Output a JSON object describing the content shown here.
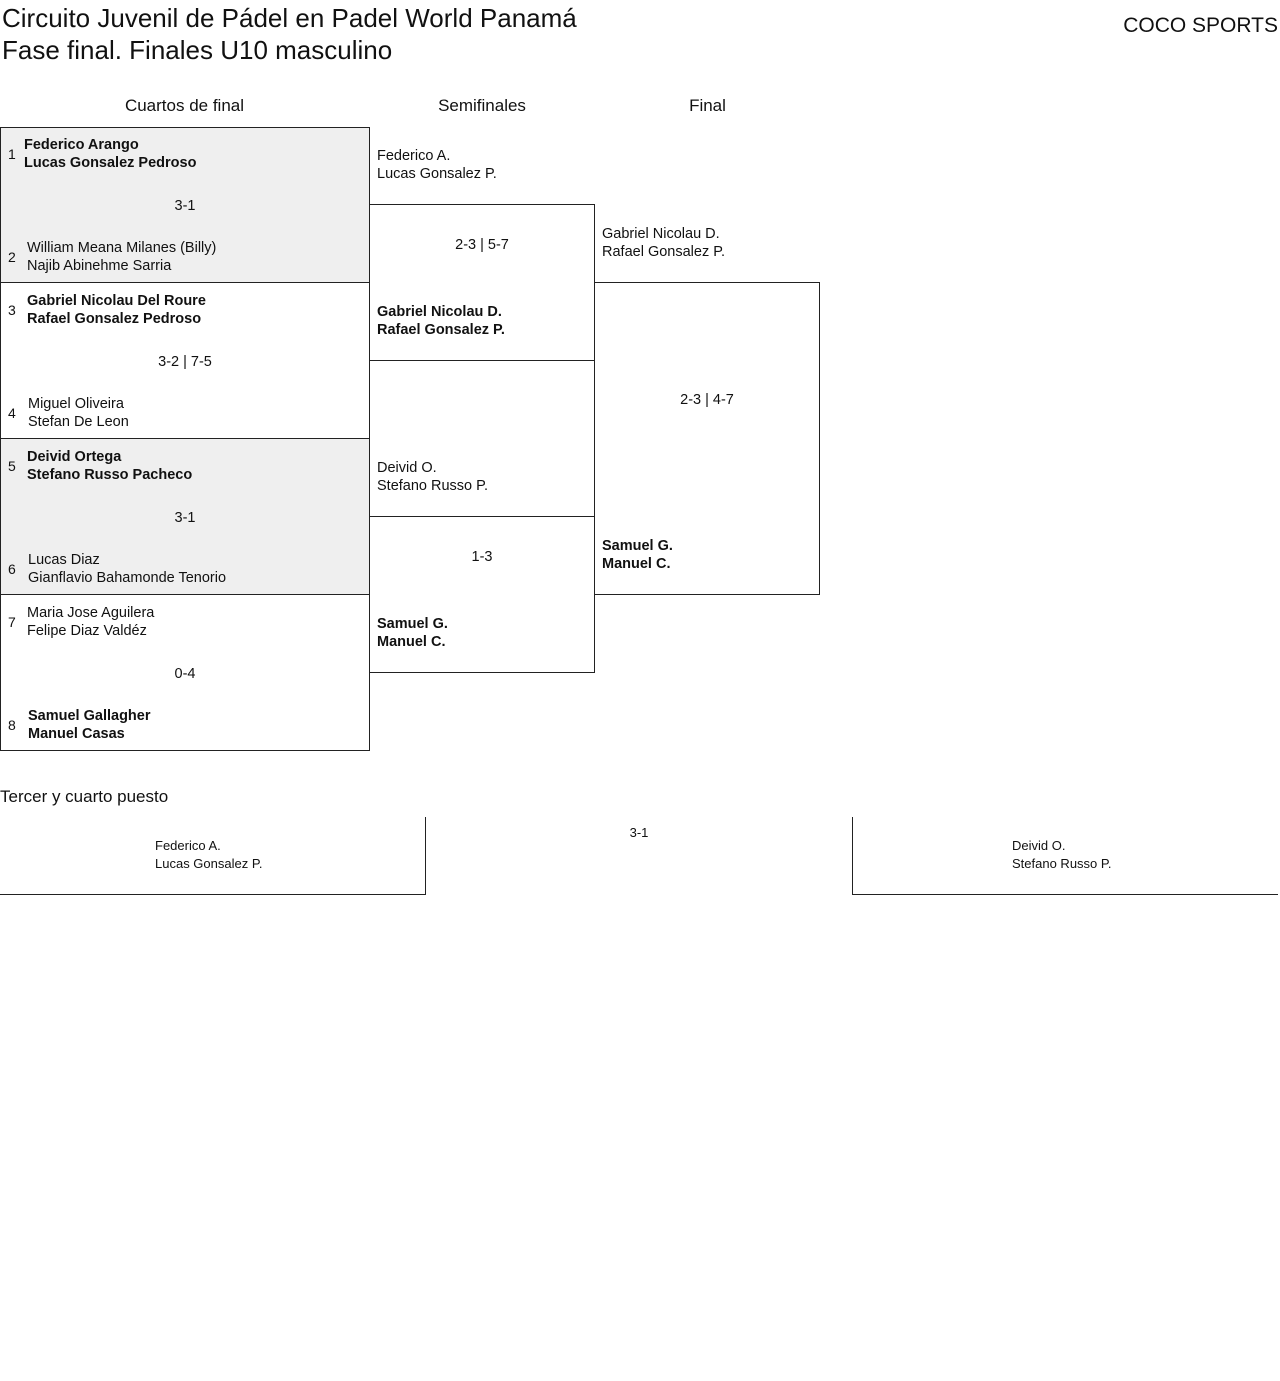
{
  "header": {
    "title_line1": "Circuito Juvenil de Pádel en Padel World Panamá",
    "title_line2": "Fase final. Finales U10 masculino",
    "brand": "COCO SPORTS"
  },
  "rounds": {
    "quarterfinals": "Cuartos de final",
    "semifinals": "Semifinales",
    "final": "Final"
  },
  "quarterfinals": [
    {
      "score": "3-1",
      "top": {
        "seed": "1",
        "p1": "Federico Arango",
        "p2": "Lucas Gonsalez Pedroso",
        "winner": true
      },
      "bottom": {
        "seed": "2",
        "p1": "William Meana Milanes (Billy)",
        "p2": "Najib Abinehme Sarria",
        "winner": false
      }
    },
    {
      "score": "3-2 | 7-5",
      "top": {
        "seed": "3",
        "p1": "Gabriel Nicolau Del Roure",
        "p2": "Rafael Gonsalez Pedroso",
        "winner": true
      },
      "bottom": {
        "seed": "4",
        "p1": "Miguel Oliveira",
        "p2": "Stefan De Leon",
        "winner": false
      }
    },
    {
      "score": "3-1",
      "top": {
        "seed": "5",
        "p1": "Deivid Ortega",
        "p2": "Stefano Russo Pacheco",
        "winner": true
      },
      "bottom": {
        "seed": "6",
        "p1": "Lucas Diaz",
        "p2": "Gianflavio Bahamonde Tenorio",
        "winner": false
      }
    },
    {
      "score": "0-4",
      "top": {
        "seed": "7",
        "p1": "Maria Jose Aguilera",
        "p2": "Felipe Diaz Valdéz",
        "winner": false
      },
      "bottom": {
        "seed": "8",
        "p1": "Samuel Gallagher",
        "p2": "Manuel Casas",
        "winner": true
      }
    }
  ],
  "semifinals": [
    {
      "score": "2-3 | 5-7",
      "top": {
        "p1": "Federico A.",
        "p2": "Lucas Gonsalez P.",
        "winner": false
      },
      "bottom": {
        "p1": "Gabriel Nicolau D.",
        "p2": "Rafael Gonsalez P.",
        "winner": true
      }
    },
    {
      "score": "1-3",
      "top": {
        "p1": "Deivid O.",
        "p2": "Stefano Russo P.",
        "winner": false
      },
      "bottom": {
        "p1": "Samuel G.",
        "p2": "Manuel C.",
        "winner": true
      }
    }
  ],
  "final": {
    "score": "2-3 | 4-7",
    "top": {
      "p1": "Gabriel Nicolau D.",
      "p2": "Rafael Gonsalez P.",
      "winner": false
    },
    "bottom": {
      "p1": "Samuel G.",
      "p2": "Manuel C.",
      "winner": true
    }
  },
  "third_place": {
    "title": "Tercer y cuarto puesto",
    "score": "3-1",
    "left": {
      "p1": "Federico A.",
      "p2": "Lucas Gonsalez P."
    },
    "right": {
      "p1": "Deivid O.",
      "p2": "Stefano Russo P."
    }
  },
  "colors": {
    "shaded": "#efefef",
    "line": "#222222"
  }
}
